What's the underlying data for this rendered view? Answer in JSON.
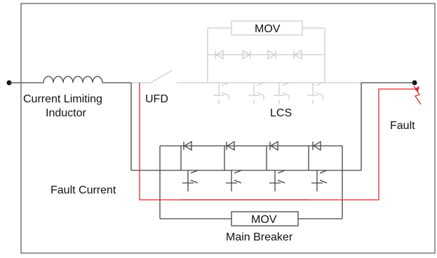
{
  "labels": {
    "mov_top": "MOV",
    "mov_bottom": "MOV",
    "inductor": "Current Limiting\nInductor",
    "ufd": "UFD",
    "lcs": "LCS",
    "fault": "Fault",
    "fault_current": "Fault Current",
    "main_breaker": "Main Breaker"
  },
  "colors": {
    "wire": "#444444",
    "ghost": "#c9c9c9",
    "fault_path": "#e0282a",
    "background": "#ffffff"
  },
  "icons": {
    "fault": "lightning-arrow-icon",
    "switch_cell": "igbt-with-antiparallel-diode-icon",
    "resistor": "mov-resistor-icon"
  }
}
